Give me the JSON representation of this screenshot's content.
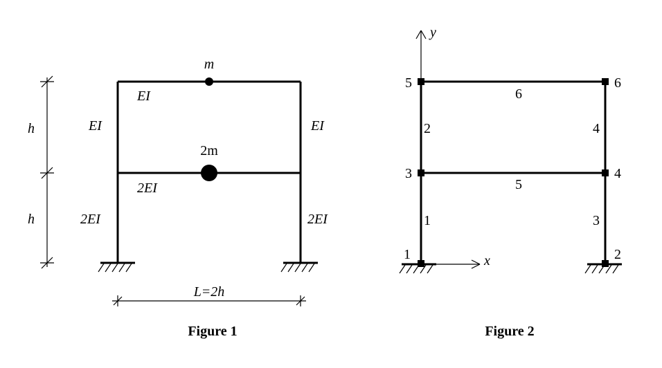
{
  "figure1": {
    "caption": "Figure 1",
    "mass_top": "m",
    "mass_mid": "2m",
    "beam_top": "EI",
    "col_upper_left": "EI",
    "col_upper_right": "EI",
    "beam_mid": "2EI",
    "col_lower_left": "2EI",
    "col_lower_right": "2EI",
    "height_upper": "h",
    "height_lower": "h",
    "span": "L=2h"
  },
  "figure2": {
    "caption": "Figure 2",
    "axis_x": "x",
    "axis_y": "y",
    "nodes": [
      "1",
      "2",
      "3",
      "4",
      "5",
      "6"
    ],
    "elements": [
      "1",
      "2",
      "3",
      "4",
      "5",
      "6"
    ]
  }
}
